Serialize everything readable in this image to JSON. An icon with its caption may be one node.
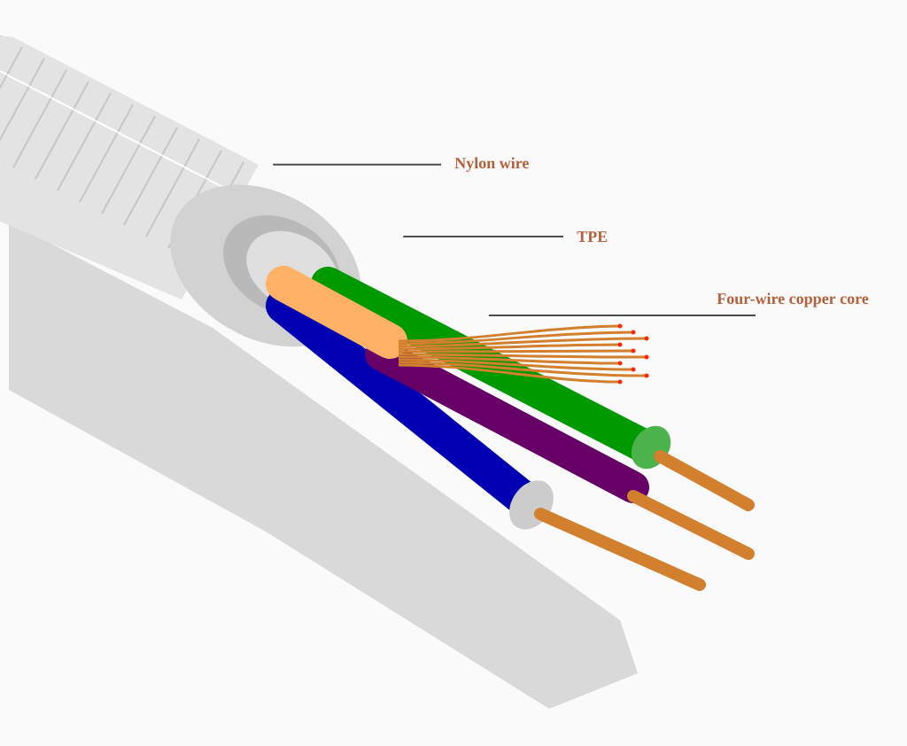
{
  "diagram": {
    "nodes": [
      {
        "text": [
          "Nylon wire"
        ]
      },
      {
        "text": [
          "TPE"
        ]
      },
      {
        "text": [
          "Four-wire copper core"
        ]
      },
      {
        "text": [],
        "shape": "picture"
      },
      {
        "text": [],
        "shape": "picture"
      },
      {
        "text": [],
        "shape": "picture"
      }
    ],
    "edges": [
      {
        "from": 0,
        "to": 3,
        "arrow": "none"
      },
      {
        "from": 1,
        "to": 4,
        "arrow": "none"
      },
      {
        "from": 2,
        "to": 5,
        "arrow": "none"
      }
    ]
  }
}
